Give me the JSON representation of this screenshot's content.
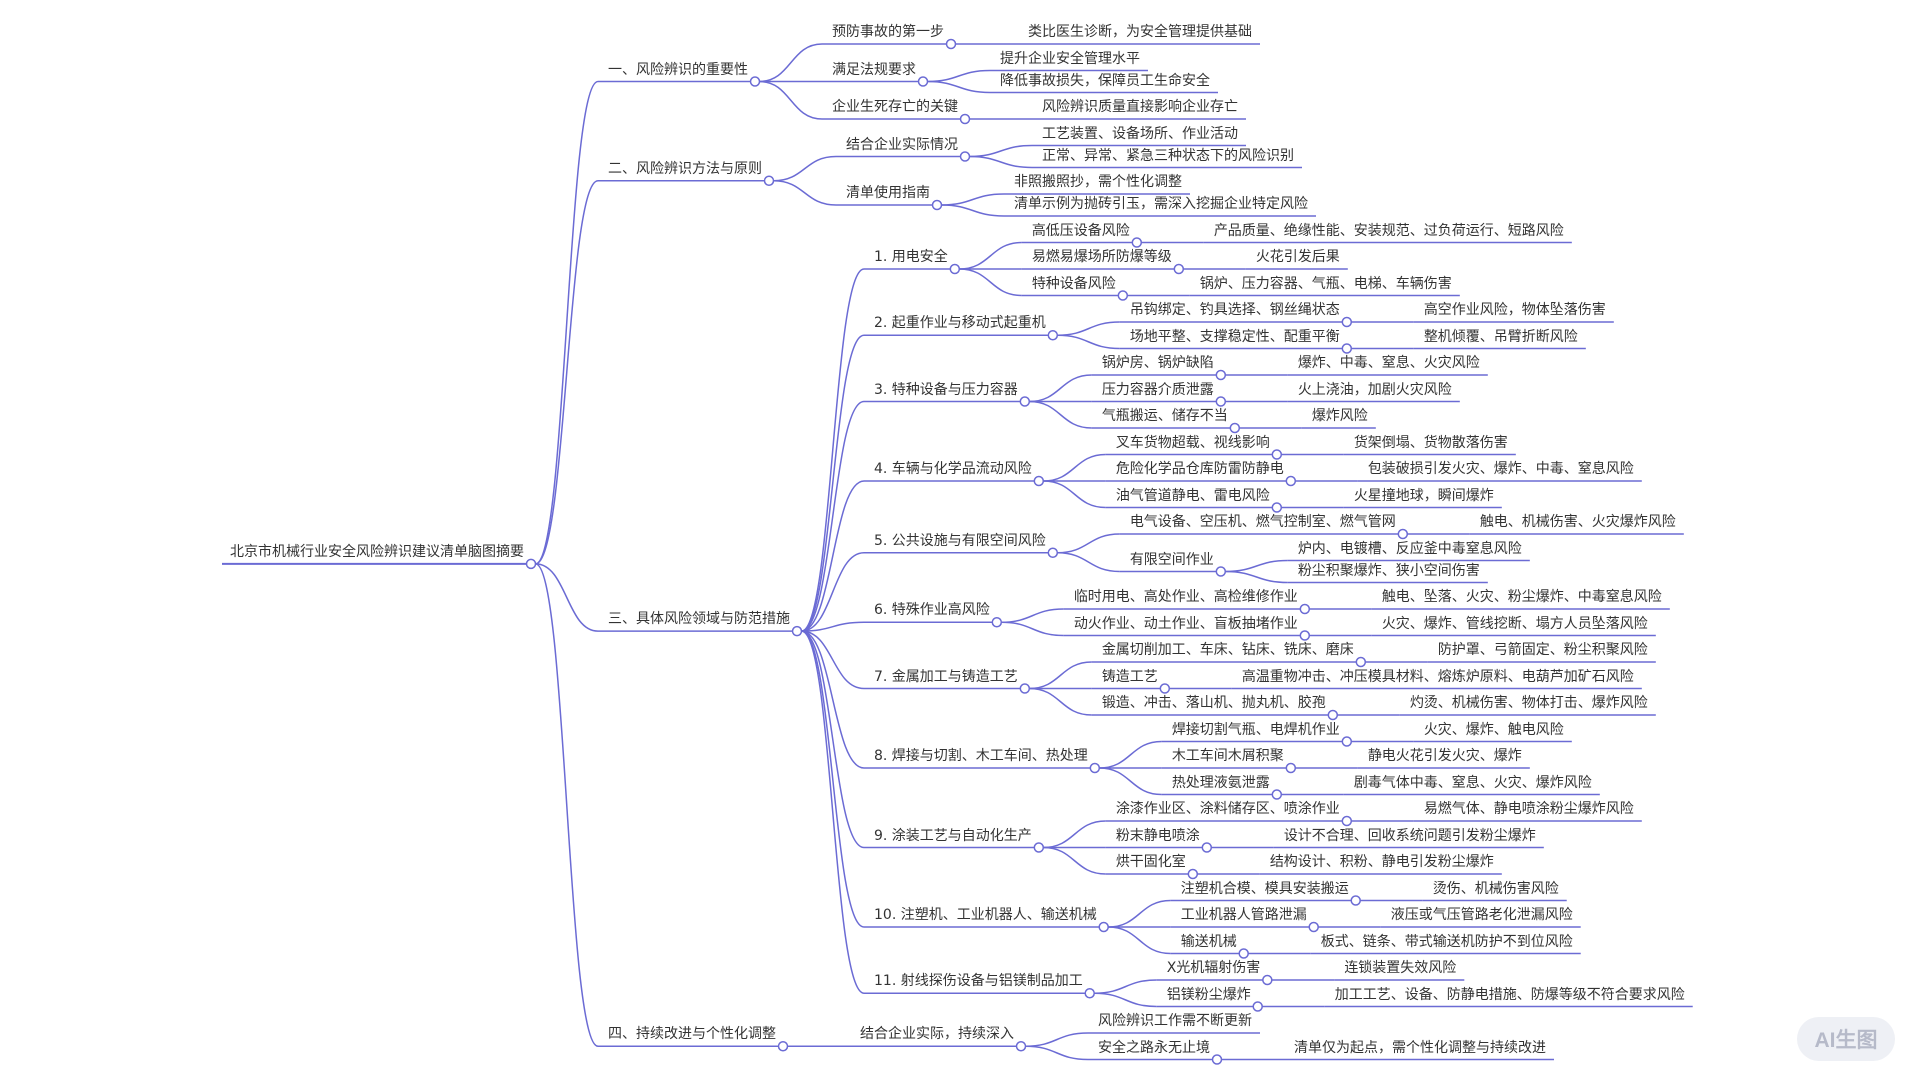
{
  "colors": {
    "line": "#6b6bd4",
    "text": "#333333",
    "circle_fill": "#ffffff"
  },
  "badge": {
    "label": "AI生图"
  },
  "mindmap": {
    "t": "北京市机械行业安全风险辨识建议清单脑图摘要",
    "c": [
      {
        "t": "一、风险辨识的重要性",
        "c": [
          {
            "t": "预防事故的第一步",
            "c": [
              {
                "t": "类比医生诊断，为安全管理提供基础"
              }
            ]
          },
          {
            "t": "满足法规要求",
            "c": [
              {
                "t": "提升企业安全管理水平"
              },
              {
                "t": "降低事故损失，保障员工生命安全"
              }
            ]
          },
          {
            "t": "企业生死存亡的关键",
            "c": [
              {
                "t": "风险辨识质量直接影响企业存亡"
              }
            ]
          }
        ]
      },
      {
        "t": "二、风险辨识方法与原则",
        "c": [
          {
            "t": "结合企业实际情况",
            "c": [
              {
                "t": "工艺装置、设备场所、作业活动"
              },
              {
                "t": "正常、异常、紧急三种状态下的风险识别"
              }
            ]
          },
          {
            "t": "清单使用指南",
            "c": [
              {
                "t": "非照搬照抄，需个性化调整"
              },
              {
                "t": "清单示例为抛砖引玉，需深入挖掘企业特定风险"
              }
            ]
          }
        ]
      },
      {
        "t": "三、具体风险领域与防范措施",
        "c": [
          {
            "t": "1. 用电安全",
            "c": [
              {
                "t": "高低压设备风险",
                "c": [
                  {
                    "t": "产品质量、绝缘性能、安装规范、过负荷运行、短路风险"
                  }
                ]
              },
              {
                "t": "易燃易爆场所防爆等级",
                "c": [
                  {
                    "t": "火花引发后果"
                  }
                ]
              },
              {
                "t": "特种设备风险",
                "c": [
                  {
                    "t": "锅炉、压力容器、气瓶、电梯、车辆伤害"
                  }
                ]
              }
            ]
          },
          {
            "t": "2. 起重作业与移动式起重机",
            "c": [
              {
                "t": "吊钩绑定、钓具选择、钢丝绳状态",
                "c": [
                  {
                    "t": "高空作业风险，物体坠落伤害"
                  }
                ]
              },
              {
                "t": "场地平整、支撑稳定性、配重平衡",
                "c": [
                  {
                    "t": "整机倾覆、吊臂折断风险"
                  }
                ]
              }
            ]
          },
          {
            "t": "3. 特种设备与压力容器",
            "c": [
              {
                "t": "锅炉房、锅炉缺陷",
                "c": [
                  {
                    "t": "爆炸、中毒、窒息、火灾风险"
                  }
                ]
              },
              {
                "t": "压力容器介质泄露",
                "c": [
                  {
                    "t": "火上浇油，加剧火灾风险"
                  }
                ]
              },
              {
                "t": "气瓶搬运、储存不当",
                "c": [
                  {
                    "t": "爆炸风险"
                  }
                ]
              }
            ]
          },
          {
            "t": "4. 车辆与化学品流动风险",
            "c": [
              {
                "t": "叉车货物超载、视线影响",
                "c": [
                  {
                    "t": "货架倒塌、货物散落伤害"
                  }
                ]
              },
              {
                "t": "危险化学品仓库防雷防静电",
                "c": [
                  {
                    "t": "包装破损引发火灾、爆炸、中毒、窒息风险"
                  }
                ]
              },
              {
                "t": "油气管道静电、雷电风险",
                "c": [
                  {
                    "t": "火星撞地球，瞬间爆炸"
                  }
                ]
              }
            ]
          },
          {
            "t": "5. 公共设施与有限空间风险",
            "c": [
              {
                "t": "电气设备、空压机、燃气控制室、燃气管网",
                "c": [
                  {
                    "t": "触电、机械伤害、火灾爆炸风险"
                  }
                ]
              },
              {
                "t": "有限空间作业",
                "c": [
                  {
                    "t": "炉内、电镀槽、反应釜中毒窒息风险"
                  },
                  {
                    "t": "粉尘积聚爆炸、狭小空间伤害"
                  }
                ]
              }
            ]
          },
          {
            "t": "6. 特殊作业高风险",
            "c": [
              {
                "t": "临时用电、高处作业、高检维修作业",
                "c": [
                  {
                    "t": "触电、坠落、火灾、粉尘爆炸、中毒窒息风险"
                  }
                ]
              },
              {
                "t": "动火作业、动土作业、盲板抽堵作业",
                "c": [
                  {
                    "t": "火灾、爆炸、管线挖断、塌方人员坠落风险"
                  }
                ]
              }
            ]
          },
          {
            "t": "7. 金属加工与铸造工艺",
            "c": [
              {
                "t": "金属切削加工、车床、钻床、铣床、磨床",
                "c": [
                  {
                    "t": "防护罩、弓箭固定、粉尘积聚风险"
                  }
                ]
              },
              {
                "t": "铸造工艺",
                "c": [
                  {
                    "t": "高温重物冲击、冲压模具材料、熔炼炉原料、电葫芦加矿石风险"
                  }
                ]
              },
              {
                "t": "锻造、冲击、落山机、抛丸机、胶孢",
                "c": [
                  {
                    "t": "灼烫、机械伤害、物体打击、爆炸风险"
                  }
                ]
              }
            ]
          },
          {
            "t": "8. 焊接与切割、木工车间、热处理",
            "c": [
              {
                "t": "焊接切割气瓶、电焊机作业",
                "c": [
                  {
                    "t": "火灾、爆炸、触电风险"
                  }
                ]
              },
              {
                "t": "木工车间木屑积聚",
                "c": [
                  {
                    "t": "静电火花引发火灾、爆炸"
                  }
                ]
              },
              {
                "t": "热处理液氨泄露",
                "c": [
                  {
                    "t": "剧毒气体中毒、窒息、火灾、爆炸风险"
                  }
                ]
              }
            ]
          },
          {
            "t": "9. 涂装工艺与自动化生产",
            "c": [
              {
                "t": "涂漆作业区、涂料储存区、喷涂作业",
                "c": [
                  {
                    "t": "易燃气体、静电喷涂粉尘爆炸风险"
                  }
                ]
              },
              {
                "t": "粉末静电喷涂",
                "c": [
                  {
                    "t": "设计不合理、回收系统问题引发粉尘爆炸"
                  }
                ]
              },
              {
                "t": "烘干固化室",
                "c": [
                  {
                    "t": "结构设计、积粉、静电引发粉尘爆炸"
                  }
                ]
              }
            ]
          },
          {
            "t": "10. 注塑机、工业机器人、输送机械",
            "c": [
              {
                "t": "注塑机合模、模具安装搬运",
                "c": [
                  {
                    "t": "烫伤、机械伤害风险"
                  }
                ]
              },
              {
                "t": "工业机器人管路泄漏",
                "c": [
                  {
                    "t": "液压或气压管路老化泄漏风险"
                  }
                ]
              },
              {
                "t": "输送机械",
                "c": [
                  {
                    "t": "板式、链条、带式输送机防护不到位风险"
                  }
                ]
              }
            ]
          },
          {
            "t": "11. 射线探伤设备与铝镁制品加工",
            "c": [
              {
                "t": "X光机辐射伤害",
                "c": [
                  {
                    "t": "连锁装置失效风险"
                  }
                ]
              },
              {
                "t": "铝镁粉尘爆炸",
                "c": [
                  {
                    "t": "加工工艺、设备、防静电措施、防爆等级不符合要求风险"
                  }
                ]
              }
            ]
          }
        ]
      },
      {
        "t": "四、持续改进与个性化调整",
        "c": [
          {
            "t": "结合企业实际，持续深入",
            "c": [
              {
                "t": "风险辨识工作需不断更新"
              },
              {
                "t": "安全之路永无止境",
                "c": [
                  {
                    "t": "清单仅为起点，需个性化调整与持续改进"
                  }
                ]
              }
            ]
          }
        ]
      }
    ]
  }
}
